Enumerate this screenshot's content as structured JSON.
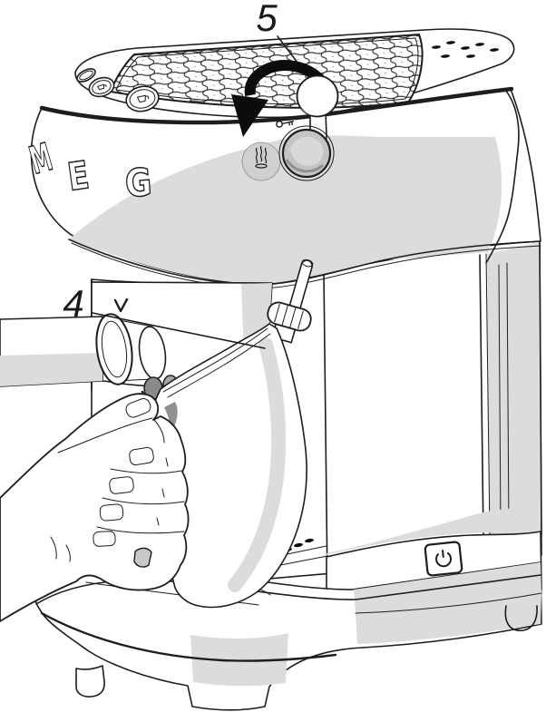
{
  "illustration": {
    "callouts": [
      {
        "label": "5",
        "target": "steam-knob"
      },
      {
        "label": "4",
        "target": "steam-wand"
      }
    ],
    "logo_letters": [
      "M",
      "E",
      "G"
    ]
  },
  "icons": {
    "rotation_arrow": "thick-curved-arrow-counterclockwise",
    "key": "key-glyph",
    "steam": "steam-puffs",
    "coffee_button": "coffee-cup",
    "power": "power-symbol"
  },
  "colors": {
    "background": "#ffffff",
    "line": "#1d1d1b",
    "shade": "#dcdcdb",
    "shade_dark": "#c9c9c8",
    "arrow": "#0c0c0c",
    "label": "#1a1a1a"
  }
}
